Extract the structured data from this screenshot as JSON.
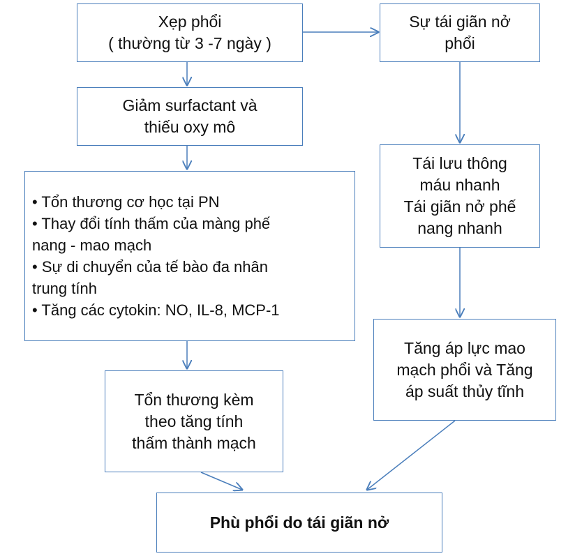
{
  "nodes": {
    "collapse": [
      "Xẹp phổi",
      "( thường từ 3 -7 ngày )"
    ],
    "reexpansion": [
      "Sự tái giãn nở",
      "phổi"
    ],
    "surfactant": [
      "Giảm surfactant và",
      "thiếu oxy mô"
    ],
    "mechanisms": [
      "• Tổn thương cơ học tại PN",
      "• Thay đổi tính thấm của màng phế",
      "nang - mao mạch",
      "• Sự di chuyển của tế bào đa nhân",
      "trung tính",
      "• Tăng các cytokin: NO, IL-8, MCP-1"
    ],
    "reperfusion": [
      "Tái lưu thông",
      "máu nhanh",
      "Tái giãn nở phế",
      "nang nhanh"
    ],
    "permeability": [
      "Tổn thương kèm",
      "theo tăng tính",
      "thấm thành mạch"
    ],
    "pressure": [
      "Tăng áp lực mao",
      "mạch phổi và Tăng",
      "áp suất thủy tĩnh"
    ],
    "result": [
      "Phù phổi do tái giãn nở"
    ]
  },
  "colors": {
    "border": "#4a7ebb",
    "arrow": "#4a7ebb"
  }
}
